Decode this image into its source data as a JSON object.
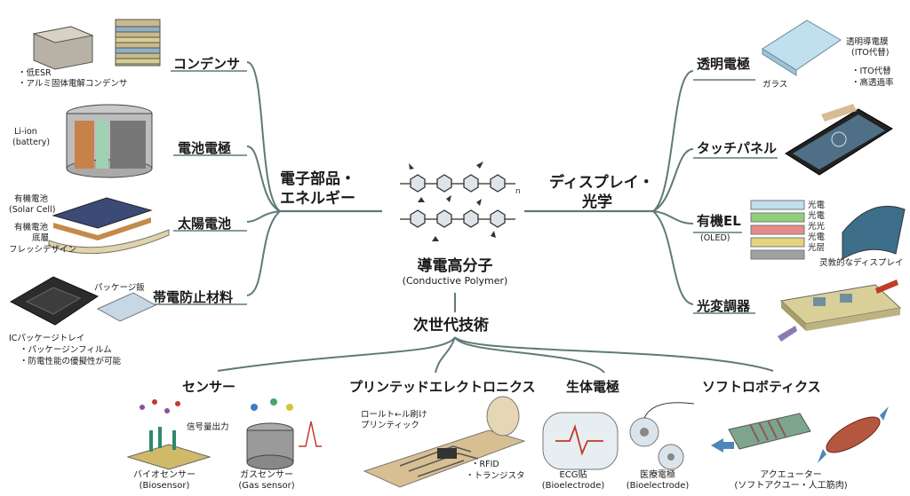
{
  "center": {
    "title": "導電高分子",
    "subtitle": "(Conductive Polymer)"
  },
  "hubs": {
    "left": [
      "電子部品・",
      "エネルギー"
    ],
    "right": [
      "ディスプレイ・",
      "光学"
    ],
    "bottom": "次世代技術"
  },
  "left_branches": [
    {
      "label": "コンデンサ",
      "notes": [
        "・低ESR",
        "・アルミ固体電解コンデンサ"
      ]
    },
    {
      "label": "電池電極",
      "notes": [
        "Li-ion",
        "(battery)"
      ]
    },
    {
      "label": "太陽電池",
      "notes": [
        "有機電池",
        "(Solar Cell)",
        "有機電池",
        "底層",
        "フレッシデザイン"
      ]
    },
    {
      "label": "帯電防止材料",
      "notes": [
        "パッケージ飯",
        "ICパッケージトレイ",
        "・パッケージンフィルム",
        "・防電性能の優擬性が可能"
      ]
    }
  ],
  "right_branches": [
    {
      "label": "透明電極",
      "notes": [
        "透明導電膜",
        "(ITO代替)",
        "・ITO代替",
        "・高透過率",
        "ガラス"
      ]
    },
    {
      "label": "タッチパネル",
      "notes": []
    },
    {
      "label": "有機EL",
      "notes": [
        "(OLED)",
        "光電",
        "光電",
        "光光",
        "光電",
        "光层",
        "灵敦的なディスプレイ"
      ]
    },
    {
      "label": "光変調器",
      "notes": []
    }
  ],
  "bottom_branches": [
    {
      "label": "センサー",
      "notes": [
        "信号量出力",
        "バイオセンサー",
        "(Biosensor)",
        "ガスセンサー",
        "(Gas sensor)"
      ]
    },
    {
      "label": "プリンテッドエレクトロニクス",
      "notes": [
        "ロールト←ル刷け",
        "プリンティック",
        "・RFID",
        "・トランジスタ"
      ]
    },
    {
      "label": "生体電極",
      "notes": [
        "ECG贴",
        "(Bioelectrode)",
        "医療電極",
        "(Bioelectrode)"
      ]
    },
    {
      "label": "ソフトロボティクス",
      "notes": [
        "アクエューター",
        "(ソフトアクユー・人工筋肉)"
      ]
    }
  ],
  "polymer_marker": "n",
  "colors": {
    "line": "#5f7a78",
    "text": "#1a1a1a",
    "accent_red": "#c23a2a",
    "glass": "#bfe0ec"
  }
}
